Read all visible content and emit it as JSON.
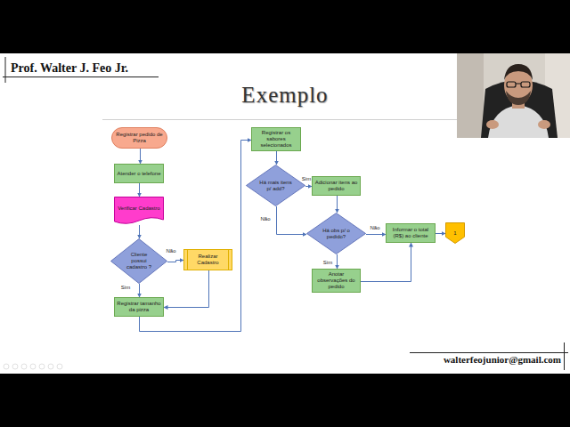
{
  "diagram": {
    "title": "Exemplo",
    "nodes": [
      {
        "text": [
          "Registrar pedido de Pizza"
        ]
      },
      {
        "text": [
          "Atender o telefone"
        ]
      },
      {
        "text": [
          "Verificar Cadastro"
        ]
      },
      {
        "text": [
          "Cliente possui cadastro ?"
        ]
      },
      {
        "text": [
          "Realizar Cadastro"
        ]
      },
      {
        "text": [
          "Registrar tamanho da pizza"
        ]
      },
      {
        "text": [
          "Registrar os sabores selecionados"
        ]
      },
      {
        "text": [
          "Há mais itens p/ add?"
        ]
      },
      {
        "text": [
          "Adicionar itens ao pedido"
        ]
      },
      {
        "text": [
          "Há obs p/ o pedido?"
        ]
      },
      {
        "text": [
          "Informar o total (R$) ao cliente"
        ]
      },
      {
        "text": [
          "1"
        ]
      },
      {
        "text": [
          "Anotar observações do pedido"
        ]
      }
    ],
    "edges": [
      {
        "from": 0,
        "to": 1,
        "arrow": "to"
      },
      {
        "from": 1,
        "to": 2,
        "arrow": "to"
      },
      {
        "from": 2,
        "to": 3,
        "arrow": "to"
      },
      {
        "from": 3,
        "to": 4,
        "label": "Não",
        "arrow": "to"
      },
      {
        "from": 3,
        "to": 5,
        "label": "Sim",
        "arrow": "to"
      },
      {
        "from": 4,
        "to": 5,
        "arrow": "to"
      },
      {
        "from": 5,
        "to": 6,
        "arrow": "to"
      },
      {
        "from": 6,
        "to": 7,
        "arrow": "to"
      },
      {
        "from": 7,
        "to": 8,
        "label": "Sim",
        "arrow": "to"
      },
      {
        "from": 7,
        "to": 9,
        "label": "Não",
        "arrow": "to"
      },
      {
        "from": 8,
        "to": 9,
        "arrow": "to"
      },
      {
        "from": 9,
        "to": 10,
        "label": "Não",
        "arrow": "to"
      },
      {
        "from": 9,
        "to": 12,
        "label": "Sim",
        "arrow": "to"
      },
      {
        "from": 12,
        "to": 10,
        "arrow": "to"
      },
      {
        "from": 10,
        "to": 11,
        "arrow": "to"
      }
    ],
    "labels": [
      "Prof. Walter J. Feo Jr.",
      "walterfeojunior@gmail.com"
    ]
  }
}
